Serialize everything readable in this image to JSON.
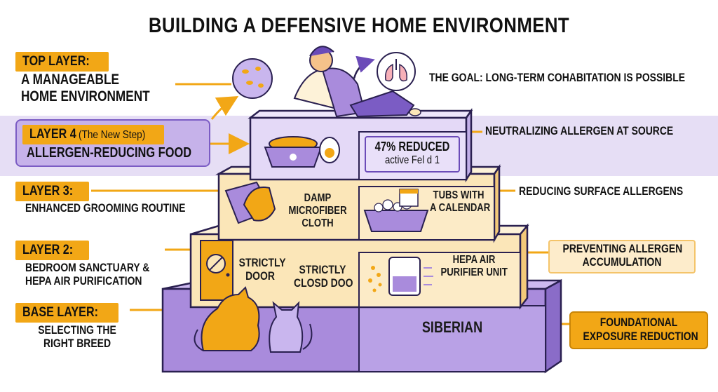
{
  "title": "BUILDING A DEFENSIVE HOME ENVIRONMENT",
  "goal": "THE GOAL: LONG-TERM COHABITATION IS POSSIBLE",
  "top_layer": {
    "tag": "TOP LAYER:",
    "line1": "A MANAGEABLE",
    "line2": "HOME ENVIRONMENT"
  },
  "layer4": {
    "tag": "LAYER 4",
    "note": "(The New Step)",
    "desc": "ALLERGEN-REDUCING FOOD",
    "badge_main": "47% REDUCED",
    "badge_sub": "active Fel d 1",
    "right": "NEUTRALIZING ALLERGEN AT SOURCE"
  },
  "layer3": {
    "tag": "LAYER 3:",
    "desc": "ENHANCED GROOMING ROUTINE",
    "item1_l1": "DAMP",
    "item1_l2": "MICROFIBER",
    "item1_l3": "CLOTH",
    "item2_l1": "TUBS WITH",
    "item2_l2": "A CALENDAR",
    "right": "REDUCING SURFACE ALLERGENS"
  },
  "layer2": {
    "tag": "LAYER 2:",
    "desc_l1": "BEDROOM SANCTUARY &",
    "desc_l2": "HEPA AIR PURIFICATION",
    "item1_l1": "STRICTLY",
    "item1_l2": "DOOR",
    "item2_l1": "STRICTLY",
    "item2_l2": "CLOSD DOO",
    "item3_l1": "HEPA AIR",
    "item3_l2": "PURIFIER UNIT",
    "right_l1": "PREVENTING ALLERGEN",
    "right_l2": "ACCUMULATION"
  },
  "base": {
    "tag": "BASE LAYER:",
    "desc_l1": "SELECTING THE",
    "desc_l2": "RIGHT BREED",
    "breed": "SIBERIAN",
    "right_l1": "FOUNDATIONAL",
    "right_l2": "EXPOSURE REDUCTION"
  },
  "colors": {
    "purple": "#a98bdc",
    "purple_dark": "#6b4bb8",
    "orange": "#f2a716",
    "cream": "#fbe6b8",
    "band": "#e6def5"
  }
}
